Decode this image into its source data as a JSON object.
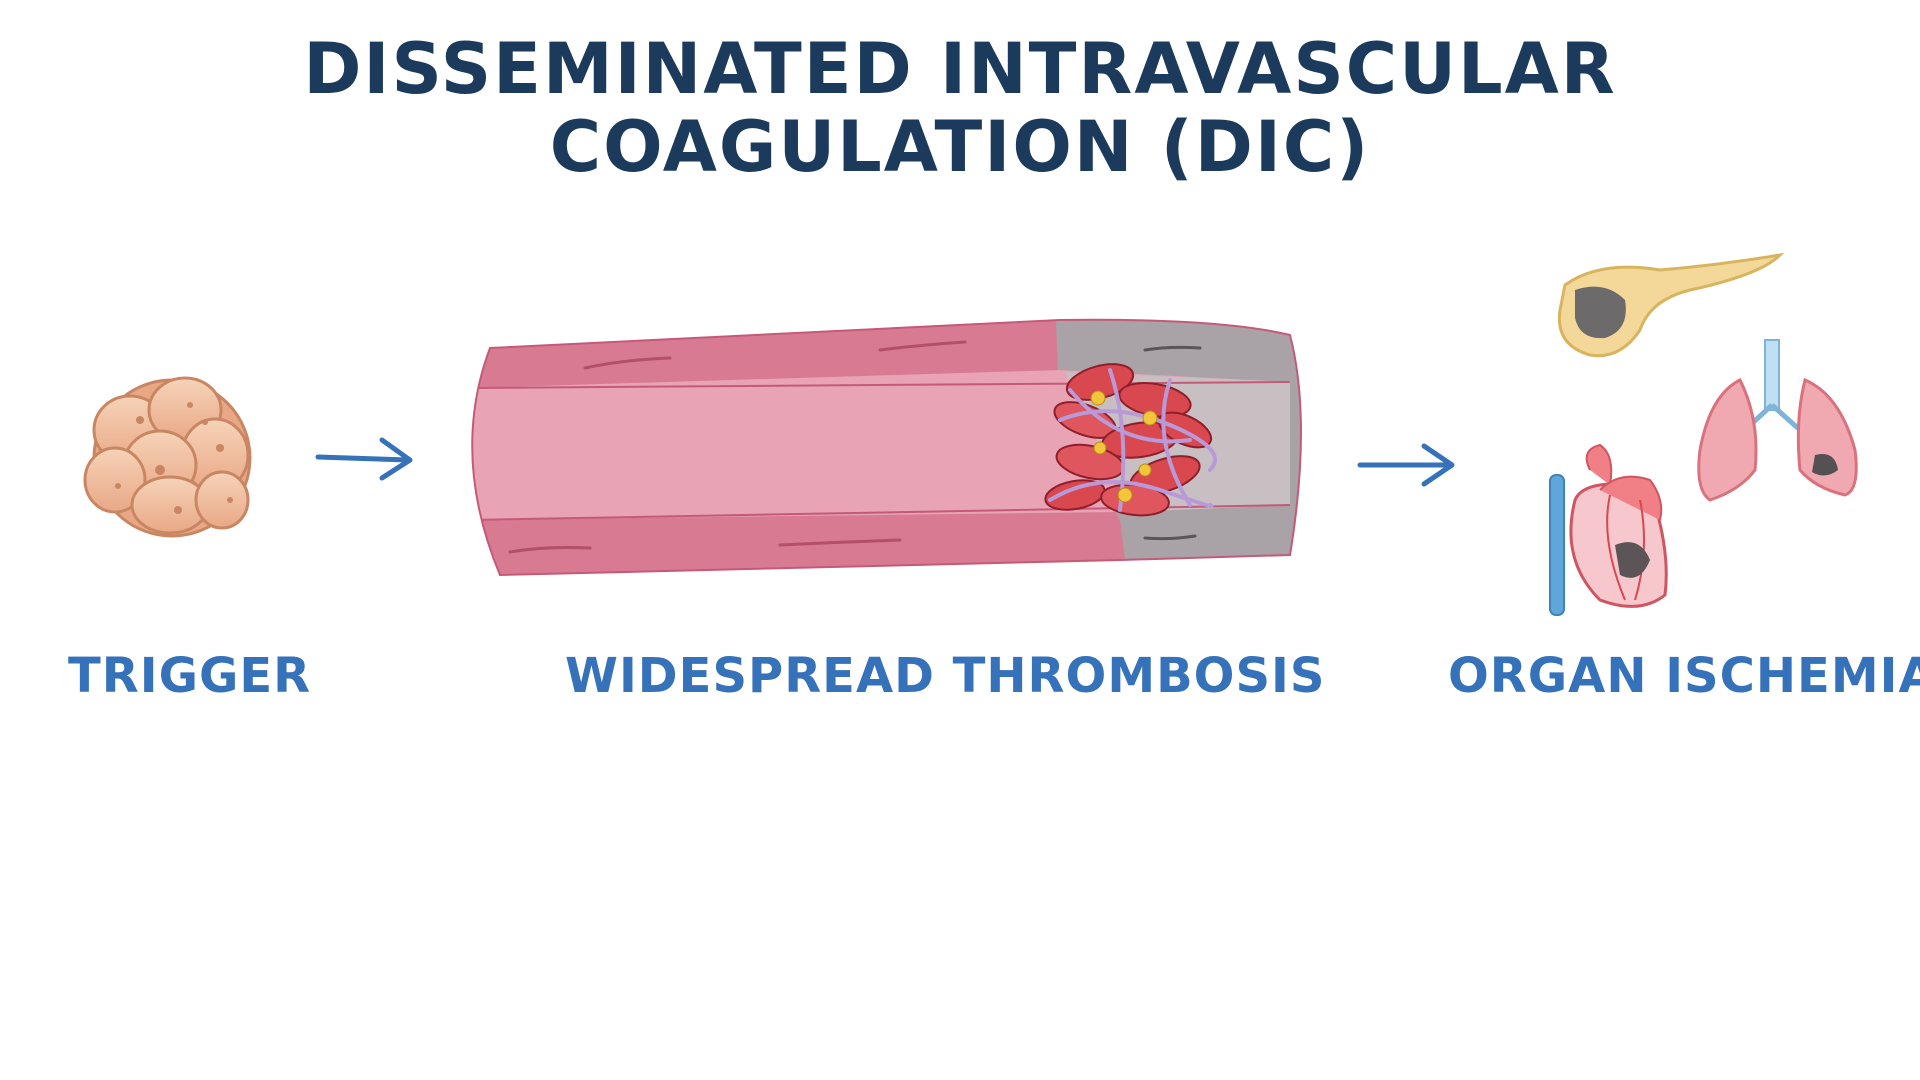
{
  "title": {
    "line1": "DISSEMINATED INTRAVASCULAR",
    "line2": "COAGULATION (DIC)"
  },
  "steps": [
    {
      "label": "TRIGGER",
      "icon": "cell-cluster-icon"
    },
    {
      "label": "WIDESPREAD THROMBOSIS",
      "icon": "blood-vessel-clot-icon"
    },
    {
      "label": "ORGAN ISCHEMIA",
      "icon": "organs-icon"
    }
  ],
  "colors": {
    "title": "#1b3a5c",
    "label": "#3572b9",
    "arrow": "#3572b9",
    "vessel_wall": "#d97a93",
    "vessel_lumen": "#e8a3b5",
    "necrotic": "#a9a2a6",
    "rbc": "#d9474f",
    "fibrin": "#b99ad8"
  }
}
